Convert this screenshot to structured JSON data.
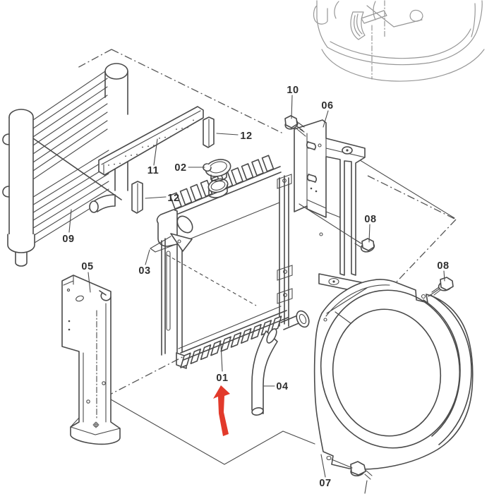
{
  "diagram": {
    "background": "#ffffff",
    "line_color": "#4a4a4a",
    "light_line_color": "#979797",
    "arrow_color": "#e23a2b",
    "label_color": "#2f2f2f",
    "callouts": {
      "c01": "01",
      "c02": "02",
      "c03": "03",
      "c04": "04",
      "c05": "05",
      "c06": "06",
      "c07": "07",
      "c08_upper": "08",
      "c08_lower": "08",
      "c09": "09",
      "c10": "10",
      "c11": "11",
      "c12_upper": "12",
      "c12_lower": "12"
    }
  }
}
